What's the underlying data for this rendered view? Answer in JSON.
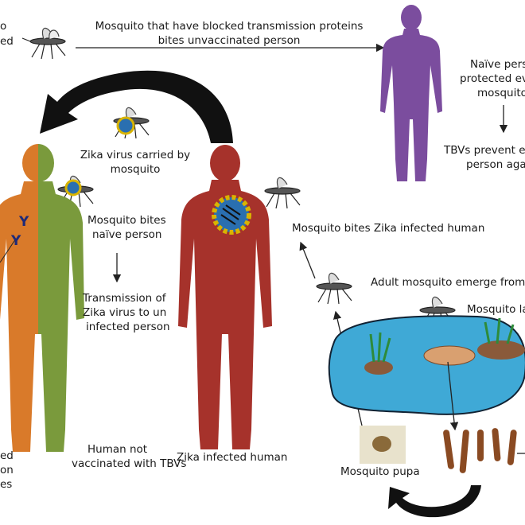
{
  "labels": {
    "top_left_clip_1": "o",
    "top_left_clip_2": "ed",
    "blocked_line1": "Mosquito that have blocked transmission proteins",
    "blocked_line2": "bites unvaccinated person",
    "naive_line1": "Naïve pers",
    "naive_line2": "protected ev",
    "naive_line3": "mosquito",
    "tbv_line1": "TBVs prevent ev",
    "tbv_line2": "person agai",
    "zika_carried_line1": "Zika virus carried by",
    "zika_carried_line2": "mosquito",
    "bites_naive_line1": "Mosquito bites",
    "bites_naive_line2": "naïve person",
    "transmission_line1": "Transmission of",
    "transmission_line2": "Zika virus to un",
    "transmission_line3": "infected person",
    "bites_infected": "Mosquito bites Zika infected human",
    "adult_emerge": "Adult mosquito emerge from p",
    "larva": "Mosquito la",
    "pupa": "Mosquito pupa",
    "zika_infected_human": "Zika infected human",
    "not_vaccinated_line1": "Human not",
    "not_vaccinated_line2": "vaccinated with TBVs",
    "left_clip_1": "ed",
    "left_clip_2": "on",
    "left_clip_3": "es",
    "antibody_1": "Y",
    "antibody_2": "Y"
  },
  "colors": {
    "purple_person": "#7b4d9e",
    "red_person": "#a6322b",
    "orange_half": "#d97a2a",
    "green_half": "#7a9a3c",
    "water": "#3fa9d6",
    "big_arrow": "#111111"
  }
}
